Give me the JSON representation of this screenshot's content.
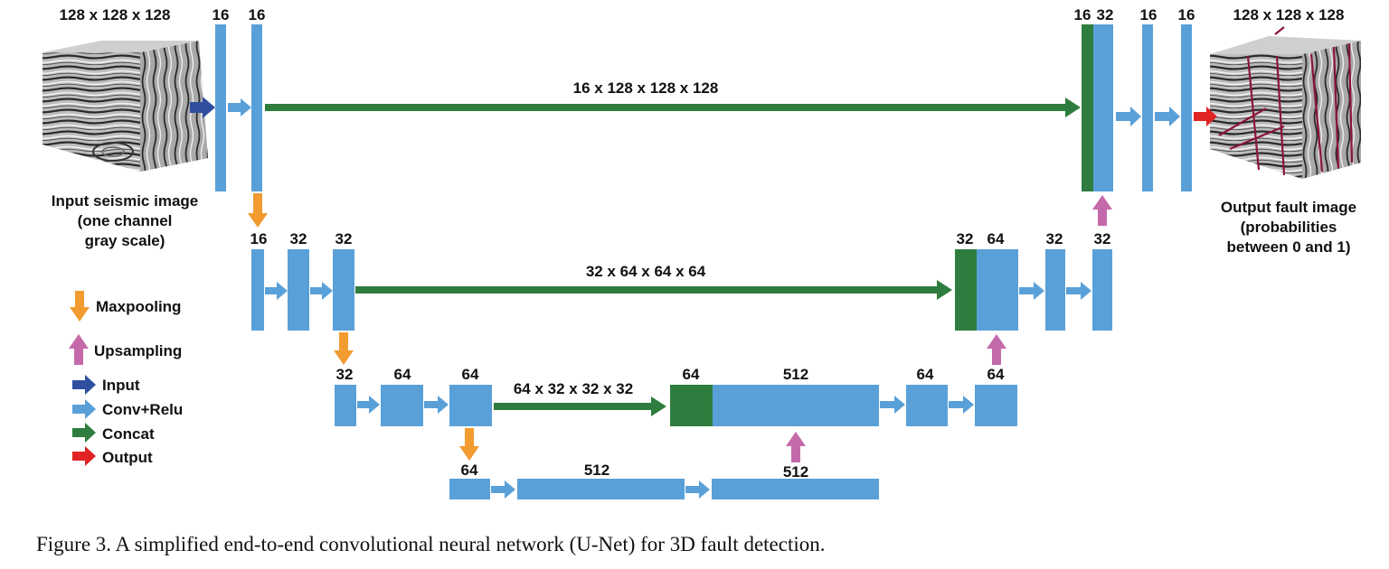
{
  "colors": {
    "conv": "#5aa0d8",
    "concat": "#2e7d3e",
    "maxpool": "#f29b30",
    "upsample": "#c46aaa",
    "input": "#2f4f9e",
    "output": "#e02424",
    "fault": "#8a1538"
  },
  "input_image": {
    "dims": "128 x 128 x 128",
    "caption": [
      "Input seismic image",
      "(one channel",
      "gray scale)"
    ]
  },
  "output_image": {
    "dims": "128 x 128 x 128",
    "caption": [
      "Output fault image",
      "(probabilities",
      "between 0 and 1)"
    ]
  },
  "channel_labels": {
    "l1_a": "16",
    "l1_b": "16",
    "l1_r_concat": "16",
    "l1_r_up": "32",
    "l1_r_c1": "16",
    "l1_r_c2": "16",
    "l2_a": "16",
    "l2_b": "32",
    "l2_c": "32",
    "l2_r_concat": "32",
    "l2_r_up": "64",
    "l2_r_c1": "32",
    "l2_r_c2": "32",
    "l3_a": "32",
    "l3_b": "64",
    "l3_c": "64",
    "l3_r_concat": "64",
    "l3_r_up": "512",
    "l3_r_c1": "64",
    "l3_r_c2": "64",
    "l4_a": "64",
    "l4_b": "512",
    "l4_c": "512"
  },
  "skip_labels": {
    "l1": "16 x 128 x 128 x 128",
    "l2": "32 x 64 x 64 x 64",
    "l3": "64 x 32 x 32 x 32"
  },
  "legend": [
    {
      "icon": "maxpool-arrow-icon",
      "label": "Maxpooling"
    },
    {
      "icon": "upsample-arrow-icon",
      "label": "Upsampling"
    },
    {
      "icon": "input-arrow-icon",
      "label": "Input"
    },
    {
      "icon": "conv-arrow-icon",
      "label": "Conv+Relu"
    },
    {
      "icon": "concat-arrow-icon",
      "label": "Concat"
    },
    {
      "icon": "output-arrow-icon",
      "label": "Output"
    }
  ],
  "caption": "Figure 3.  A simplified end-to-end convolutional neural network (U-Net) for 3D fault detection."
}
